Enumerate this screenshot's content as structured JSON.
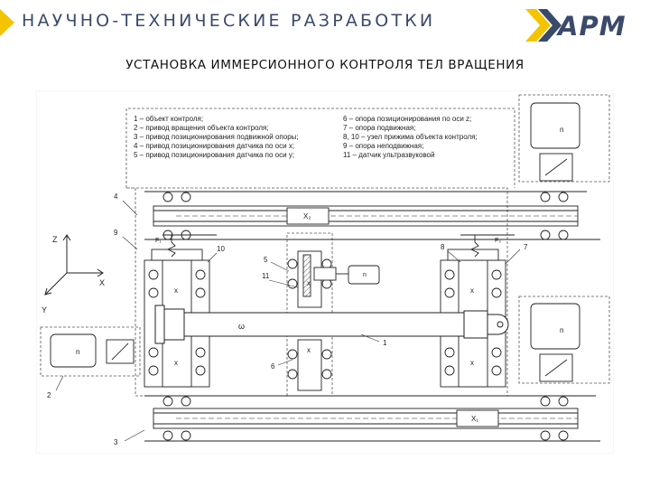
{
  "header": {
    "title": "НАУЧНО-ТЕХНИЧЕСКИЕ РАЗРАБОТКИ",
    "logo_text": "АРМ"
  },
  "subtitle": "УСТАНОВКА ИММЕРСИОННОГО КОНТРОЛЯ ТЕЛ ВРАЩЕНИЯ",
  "legend": {
    "left": [
      "1 – объект контроля;",
      "2 – привод вращения объекта контроля;",
      "3 – привод позиционирования подвижной опоры;",
      "4 – привод позиционирования датчика по оси х;",
      "5 – привод позиционирования датчика по оси у;"
    ],
    "right": [
      "6 – опора позиционирования по оси z;",
      "7 – опора подвижная;",
      "8, 10 – узел прижима объекта контроля;",
      "9 – опора неподвижная;",
      "11 – датчик ультразвуковой"
    ]
  },
  "labels": {
    "n1": "1",
    "n2": "2",
    "n3": "3",
    "n4": "4",
    "n5": "5",
    "n6": "6",
    "n7": "7",
    "n8": "8",
    "n9": "9",
    "n10": "10",
    "n11": "11",
    "axis_z": "Z",
    "axis_x": "X",
    "axis_y": "Y",
    "x1": "X₁",
    "x2": "X₂",
    "f1": "F₁",
    "f2": "F₂",
    "omega": "ω",
    "motor_n": "n",
    "x_mark": "x"
  },
  "colors": {
    "accent": "#f5c400",
    "brand": "#3a4a6b",
    "line": "#222222",
    "dash": "#555555"
  }
}
